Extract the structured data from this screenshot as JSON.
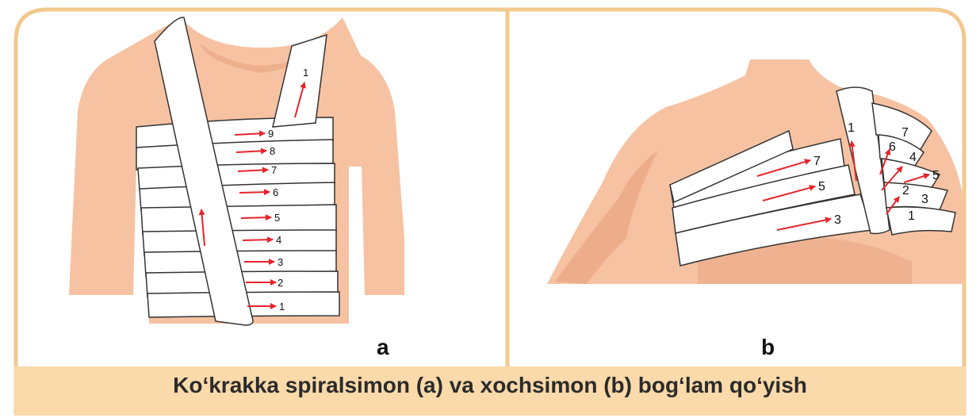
{
  "figure": {
    "caption": "Ko‘krakka spiralsimon (a) va xochsimon (b) bog‘lam qo‘yish",
    "panel_a_label": "a",
    "panel_b_label": "b"
  },
  "panel_a": {
    "band_numbers": [
      "1",
      "2",
      "3",
      "4",
      "5",
      "6",
      "7",
      "8",
      "9"
    ],
    "strap_number": "1"
  },
  "panel_b": {
    "chest_numbers": [
      "7",
      "5",
      "3"
    ],
    "strap_number": "1",
    "shoulder_numbers": [
      "7",
      "6",
      "4",
      "5",
      "2",
      "3",
      "1"
    ]
  },
  "colors": {
    "border": "#f2c98e",
    "caption_bg": "#fad9aa",
    "skin": "#f6c2a2",
    "skin_shade": "#e9a683",
    "bandage": "#ffffff",
    "arrow": "#e8232a"
  }
}
